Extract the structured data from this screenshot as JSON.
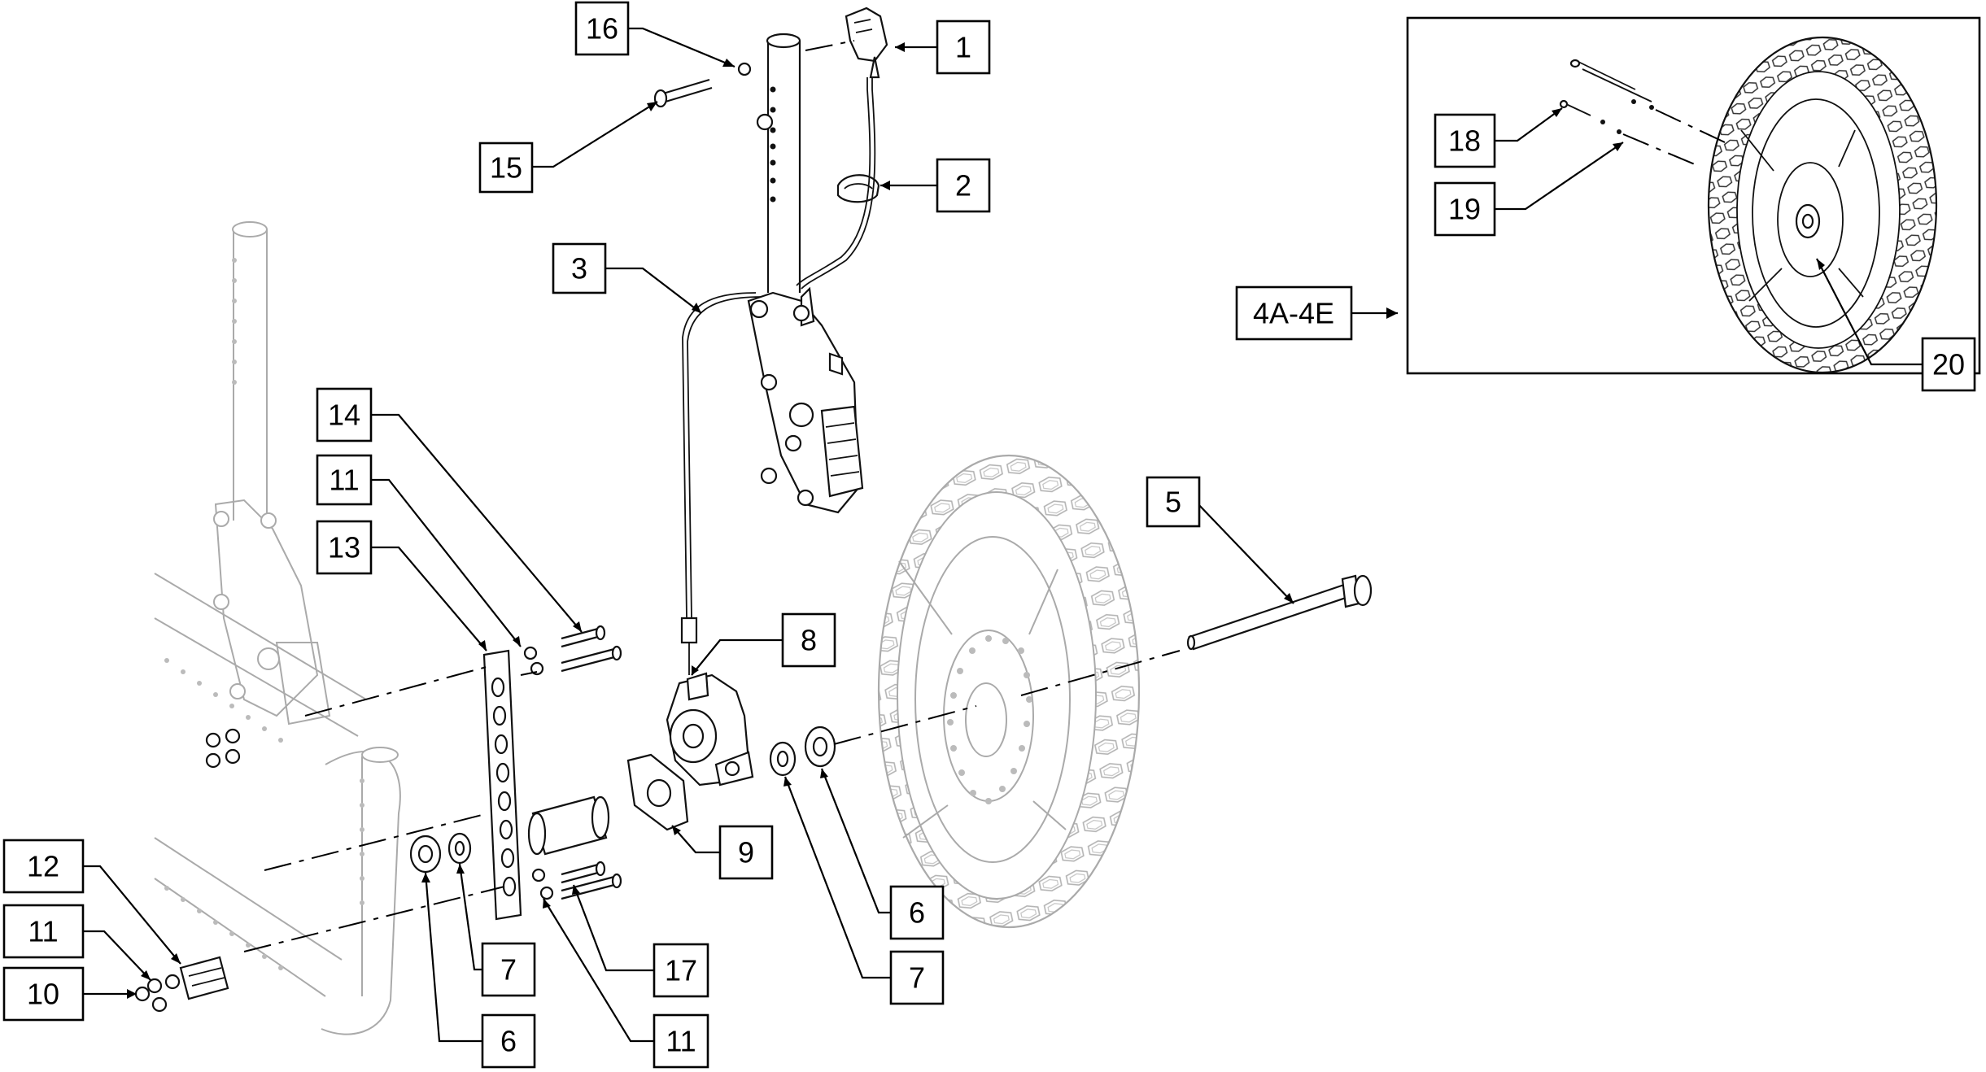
{
  "callouts": {
    "c1": "1",
    "c2": "2",
    "c3": "3",
    "c4": "4A-4E",
    "c5": "5",
    "c6a": "6",
    "c6b": "6",
    "c7a": "7",
    "c7b": "7",
    "c8": "8",
    "c9": "9",
    "c10": "10",
    "c11a": "11",
    "c11b": "11",
    "c11c": "11",
    "c12": "12",
    "c13": "13",
    "c14": "14",
    "c15": "15",
    "c16": "16",
    "c17": "17",
    "c18": "18",
    "c19": "19",
    "c20": "20"
  }
}
